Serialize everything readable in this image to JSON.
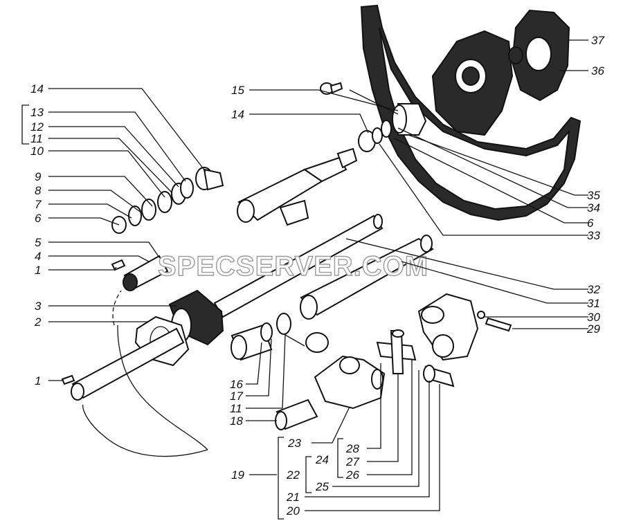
{
  "watermark": "SPECSERVER.COM",
  "labels": {
    "l14a": "14",
    "l13": "13",
    "l12": "12",
    "l11a": "11",
    "l10": "10",
    "l9": "9",
    "l8": "8",
    "l7": "7",
    "l6a": "6",
    "l5": "5",
    "l4": "4",
    "l1a": "1",
    "l3": "3",
    "l2": "2",
    "l1b": "1",
    "l15": "15",
    "l14b": "14",
    "l37": "37",
    "l36": "36",
    "l35": "35",
    "l34": "34",
    "l6b": "6",
    "l33": "33",
    "l32": "32",
    "l31": "31",
    "l30": "30",
    "l29": "29",
    "l16": "16",
    "l17": "17",
    "l11b": "11",
    "l18": "18",
    "l19": "19",
    "l23": "23",
    "l22": "22",
    "l24": "24",
    "l28": "28",
    "l27": "27",
    "l26": "26",
    "l25": "25",
    "l21": "21",
    "l20": "20"
  }
}
